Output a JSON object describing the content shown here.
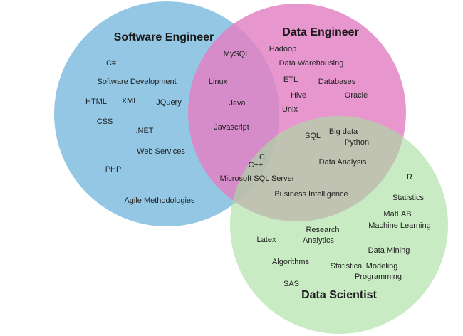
{
  "colors": {
    "software_engineer": "#8ec4e3",
    "data_engineer": "#e37fc3",
    "data_scientist": "#a8df9f"
  },
  "sets": {
    "software_engineer": "Software Engineer",
    "data_engineer": "Data Engineer",
    "data_scientist": "Data Scientist"
  },
  "skills": {
    "software_engineer": [
      "C#",
      "Software Development",
      "HTML",
      "XML",
      "JQuery",
      "CSS",
      ".NET",
      "Web Services",
      "PHP",
      "Agile Methodologies"
    ],
    "data_engineer": [
      "Hadoop",
      "Data Warehousing",
      "ETL",
      "Databases",
      "Hive",
      "Oracle",
      "Unix"
    ],
    "software_and_data_engineer": [
      "MySQL",
      "Linux",
      "Java",
      "Javascript"
    ],
    "data_engineer_and_scientist": [
      "SQL",
      "Big data",
      "Python",
      "Data Analysis",
      "Business Intelligence"
    ],
    "all_three": [
      "C",
      "C++",
      "Microsoft SQL Server"
    ],
    "data_scientist": [
      "R",
      "Statistics",
      "MatLAB",
      "Machine Learning",
      "Latex",
      "Research",
      "Analytics",
      "Data Mining",
      "Algorithms",
      "Statistical Modeling",
      "Programming",
      "SAS"
    ]
  }
}
